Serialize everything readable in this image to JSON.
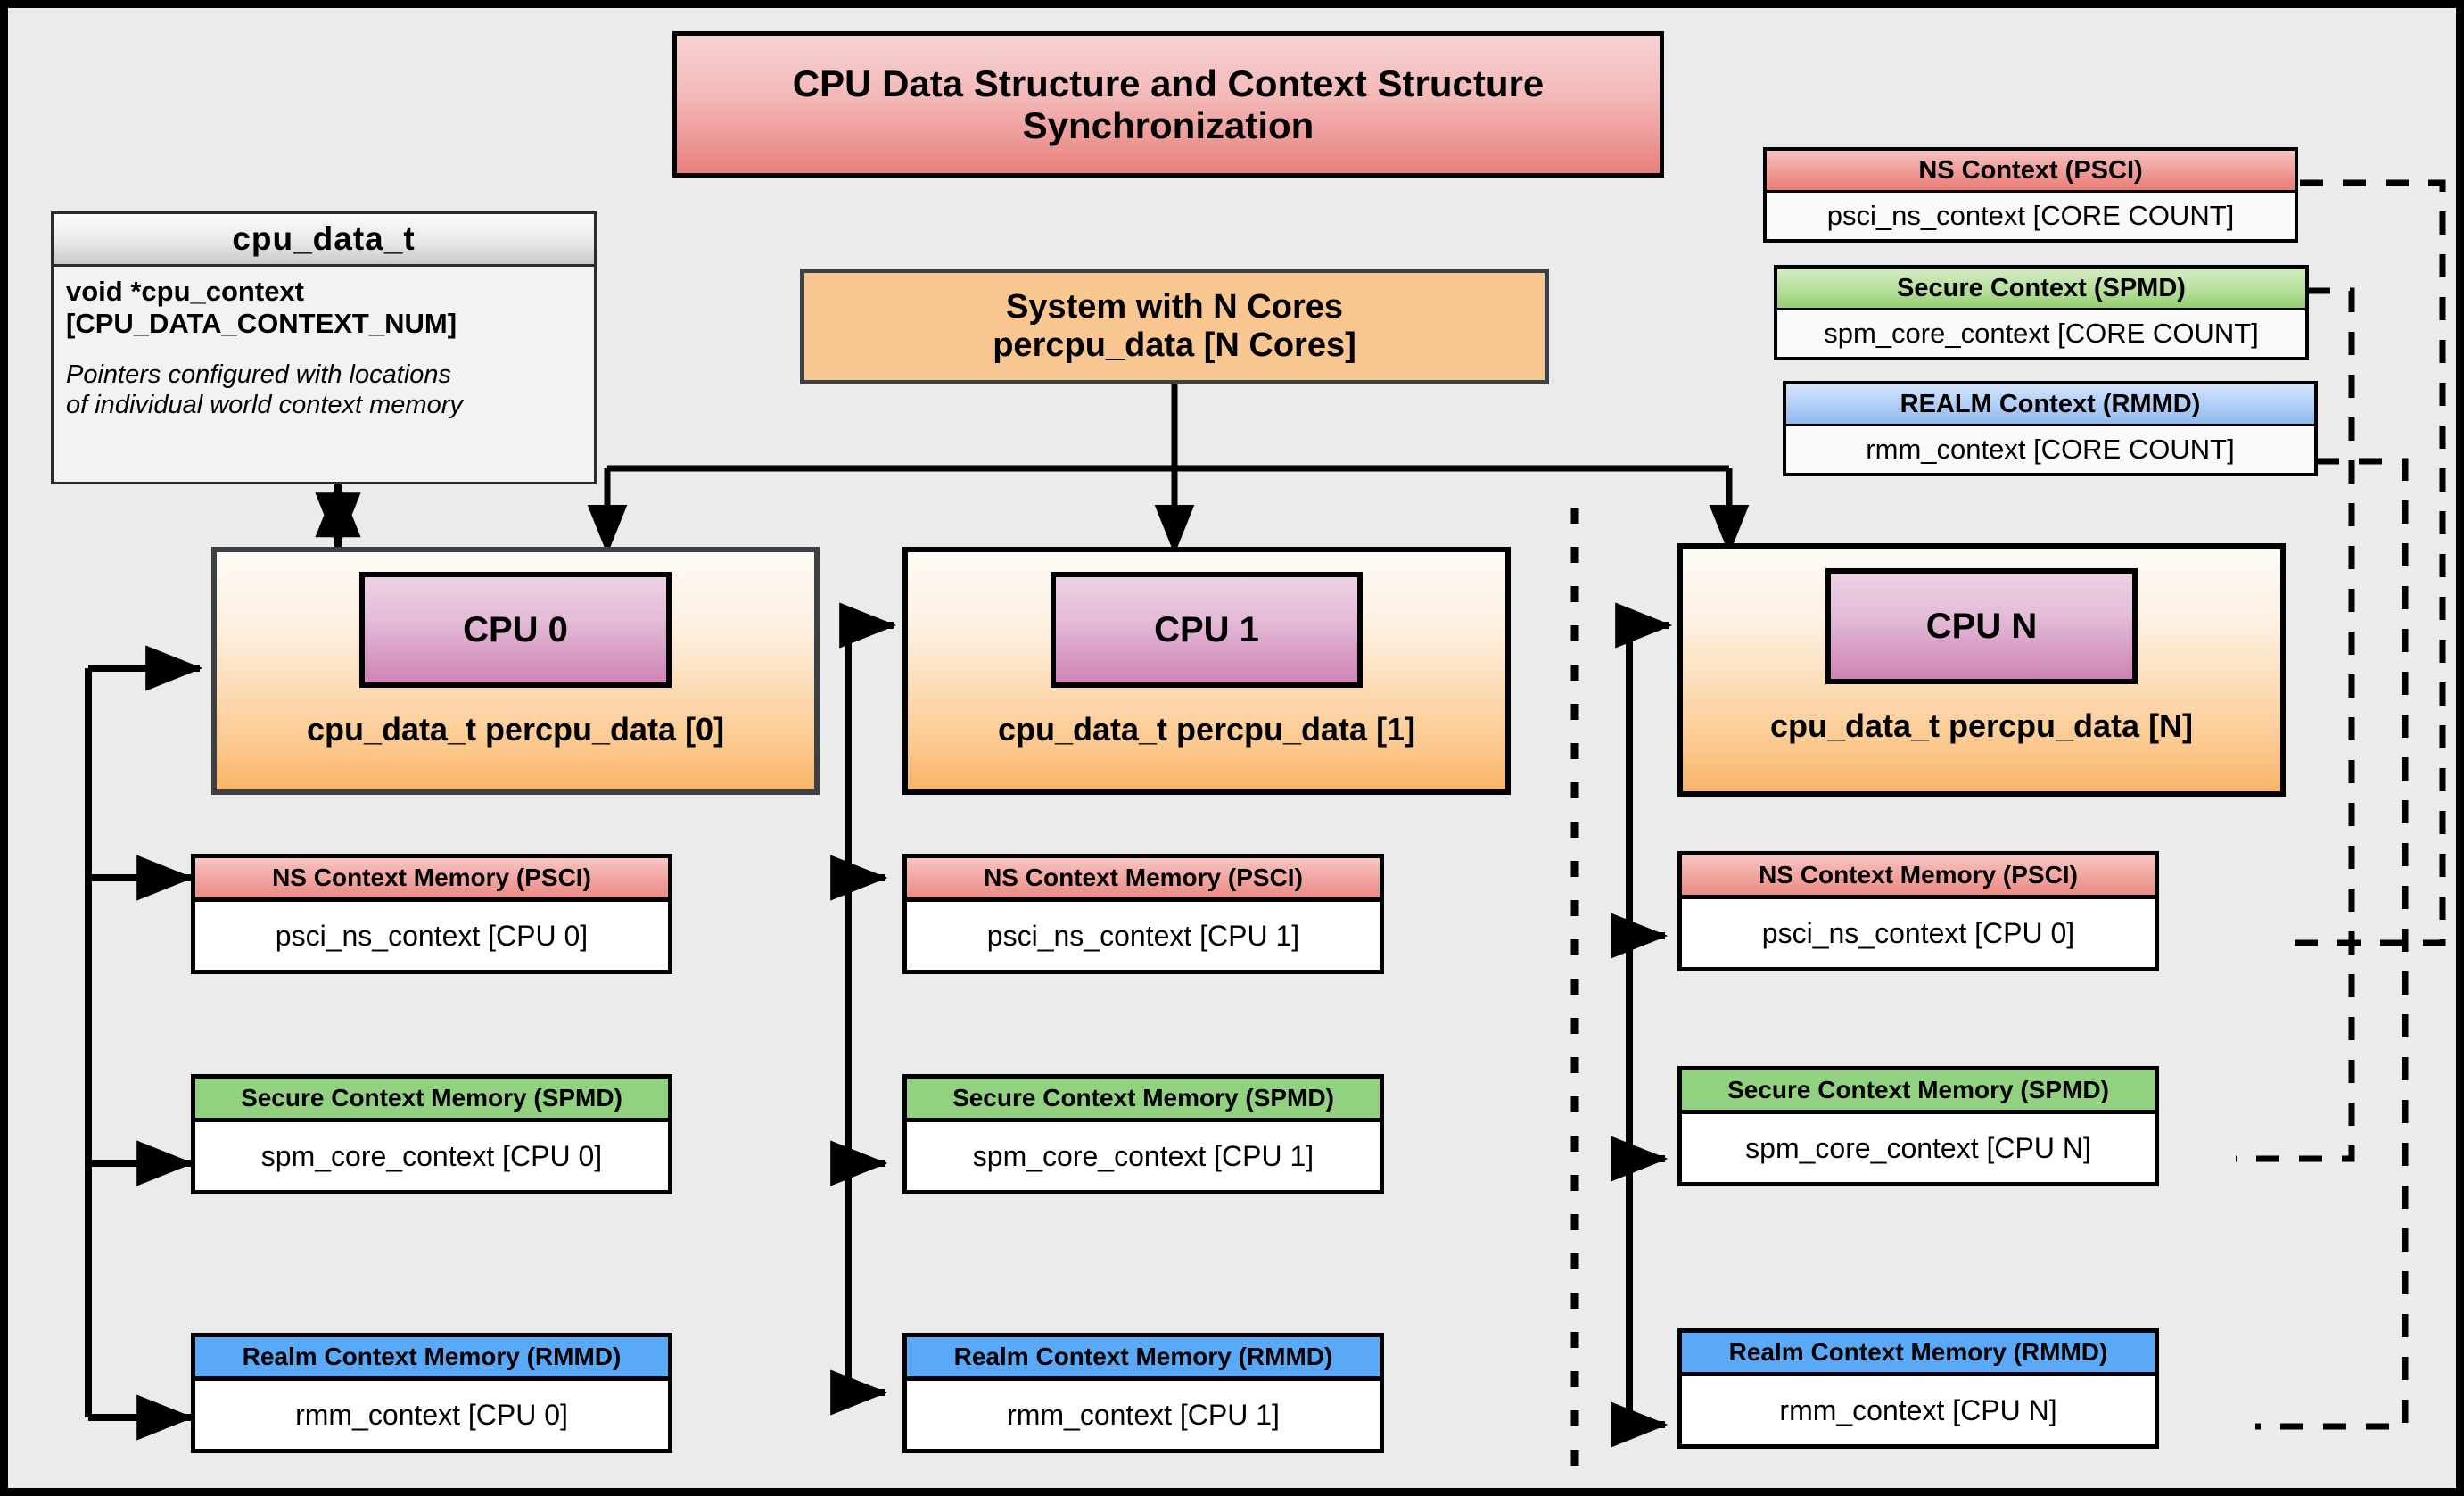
{
  "title": "CPU Data Structure and Context Structure Synchronization",
  "cpu_data_struct": {
    "name": "cpu_data_t",
    "field_line1": "void  *cpu_context",
    "field_line2": "[CPU_DATA_CONTEXT_NUM]",
    "note_line1": "Pointers configured with locations",
    "note_line2": "of individual world context memory"
  },
  "system": {
    "line1": "System with N Cores",
    "line2": "percpu_data [N Cores]"
  },
  "global_contexts": [
    {
      "id": "ns-context",
      "header": "NS Context  (PSCI)",
      "body": "psci_ns_context [CORE COUNT]",
      "color": "#ec8b86"
    },
    {
      "id": "secure-context",
      "header": "Secure Context (SPMD)",
      "body": "spm_core_context [CORE COUNT]",
      "color": "#93cd72"
    },
    {
      "id": "realm-context",
      "header": "REALM Context (RMMD)",
      "body": "rmm_context [CORE COUNT]",
      "color": "#8fb8ee"
    }
  ],
  "cpus": [
    {
      "id": "cpu0",
      "chip": "CPU 0",
      "label": "cpu_data_t percpu_data [0]",
      "memories": [
        {
          "kind": "ns",
          "header": "NS Context Memory (PSCI)",
          "body": "psci_ns_context [CPU 0]"
        },
        {
          "kind": "secure",
          "header": "Secure Context Memory (SPMD)",
          "body": "spm_core_context [CPU 0]"
        },
        {
          "kind": "realm",
          "header": "Realm Context Memory (RMMD)",
          "body": "rmm_context [CPU 0]"
        }
      ]
    },
    {
      "id": "cpu1",
      "chip": "CPU 1",
      "label": "cpu_data_t percpu_data [1]",
      "memories": [
        {
          "kind": "ns",
          "header": "NS Context Memory (PSCI)",
          "body": "psci_ns_context [CPU 1]"
        },
        {
          "kind": "secure",
          "header": "Secure Context Memory (SPMD)",
          "body": "spm_core_context [CPU 1]"
        },
        {
          "kind": "realm",
          "header": "Realm Context Memory (RMMD)",
          "body": "rmm_context [CPU 1]"
        }
      ]
    },
    {
      "id": "cpuN",
      "chip": "CPU N",
      "label": "cpu_data_t percpu_data [N]",
      "memories": [
        {
          "kind": "ns",
          "header": "NS Context Memory (PSCI)",
          "body": "psci_ns_context [CPU 0]"
        },
        {
          "kind": "secure",
          "header": "Secure Context Memory (SPMD)",
          "body": "spm_core_context [CPU N]"
        },
        {
          "kind": "realm",
          "header": "Realm Context Memory (RMMD)",
          "body": "rmm_context [CPU N]"
        }
      ]
    }
  ],
  "colors": {
    "background": "#ebebeb",
    "ns": "#ec8b86",
    "secure": "#92d17f",
    "realm": "#5aa9f7",
    "cpu_chip": "#cf84b4",
    "cpu_box": "#fab469",
    "title": "#e8807c",
    "stroke": "#000000"
  }
}
